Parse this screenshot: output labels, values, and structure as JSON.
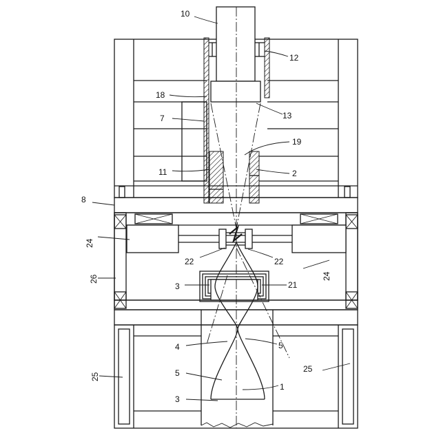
{
  "figure": {
    "labels": {
      "l10": "10",
      "l12": "12",
      "l18": "18",
      "l13": "13",
      "l7": "7",
      "l19": "19",
      "l11": "11",
      "l2": "2",
      "l8": "8",
      "l24a": "24",
      "l22a": "22",
      "l22b": "22",
      "l26": "26",
      "l3a": "3",
      "l21": "21",
      "l24b": "24",
      "l4": "4",
      "l5a": "5",
      "l5b": "5",
      "l25a": "25",
      "l25b": "25",
      "l1": "1",
      "l3b": "3"
    }
  },
  "colors": {
    "line": "#1a1a1a",
    "hatch": "#1a1a1a",
    "background": "#ffffff"
  }
}
